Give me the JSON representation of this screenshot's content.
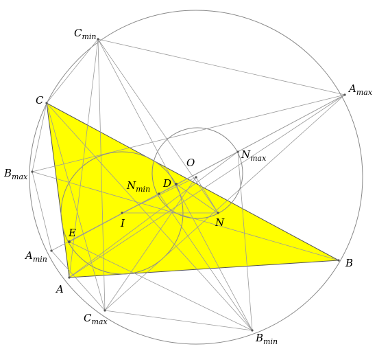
{
  "figure": {
    "colors": {
      "triangle_fill": "#ffff00",
      "triangle_stroke": "#555555",
      "circle_stroke": "#888888",
      "construction_line": "#9a9a9a",
      "point": "#555555",
      "text": "#000000"
    },
    "labels": {
      "A": {
        "base": "A",
        "sub": ""
      },
      "B": {
        "base": "B",
        "sub": ""
      },
      "C": {
        "base": "C",
        "sub": ""
      },
      "D": {
        "base": "D",
        "sub": ""
      },
      "E": {
        "base": "E",
        "sub": ""
      },
      "I": {
        "base": "I",
        "sub": ""
      },
      "N": {
        "base": "N",
        "sub": ""
      },
      "O": {
        "base": "O",
        "sub": ""
      },
      "A_max": {
        "base": "A",
        "sub": "max"
      },
      "A_min": {
        "base": "A",
        "sub": "min"
      },
      "B_max": {
        "base": "B",
        "sub": "max"
      },
      "B_min": {
        "base": "B",
        "sub": "min"
      },
      "C_max": {
        "base": "C",
        "sub": "max"
      },
      "C_min": {
        "base": "C",
        "sub": "min"
      },
      "N_max": {
        "base": "N",
        "sub": "max"
      },
      "N_min": {
        "base": "N",
        "sub": "min"
      }
    }
  }
}
